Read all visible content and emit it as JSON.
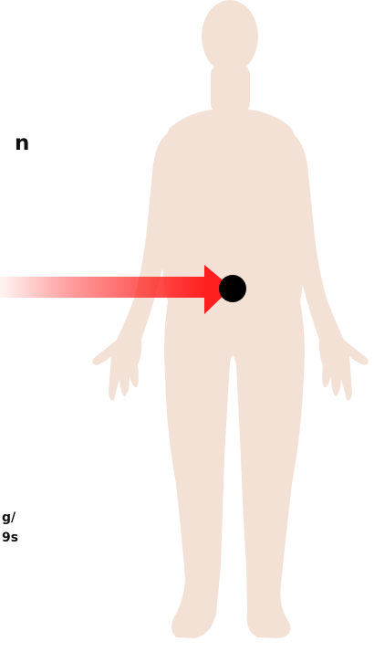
{
  "heading": {
    "fragment": "n"
  },
  "caption": {
    "line1": "g/",
    "line2": "9s"
  },
  "colors": {
    "body_silhouette": "#f3e1d6",
    "arrow": "#ff1f1f",
    "marker": "#000000",
    "text": "#111111",
    "background": "#ffffff"
  },
  "icons": {
    "silhouette": "human-body-silhouette-icon",
    "arrow": "pointer-arrow-icon",
    "marker": "location-dot-icon"
  }
}
